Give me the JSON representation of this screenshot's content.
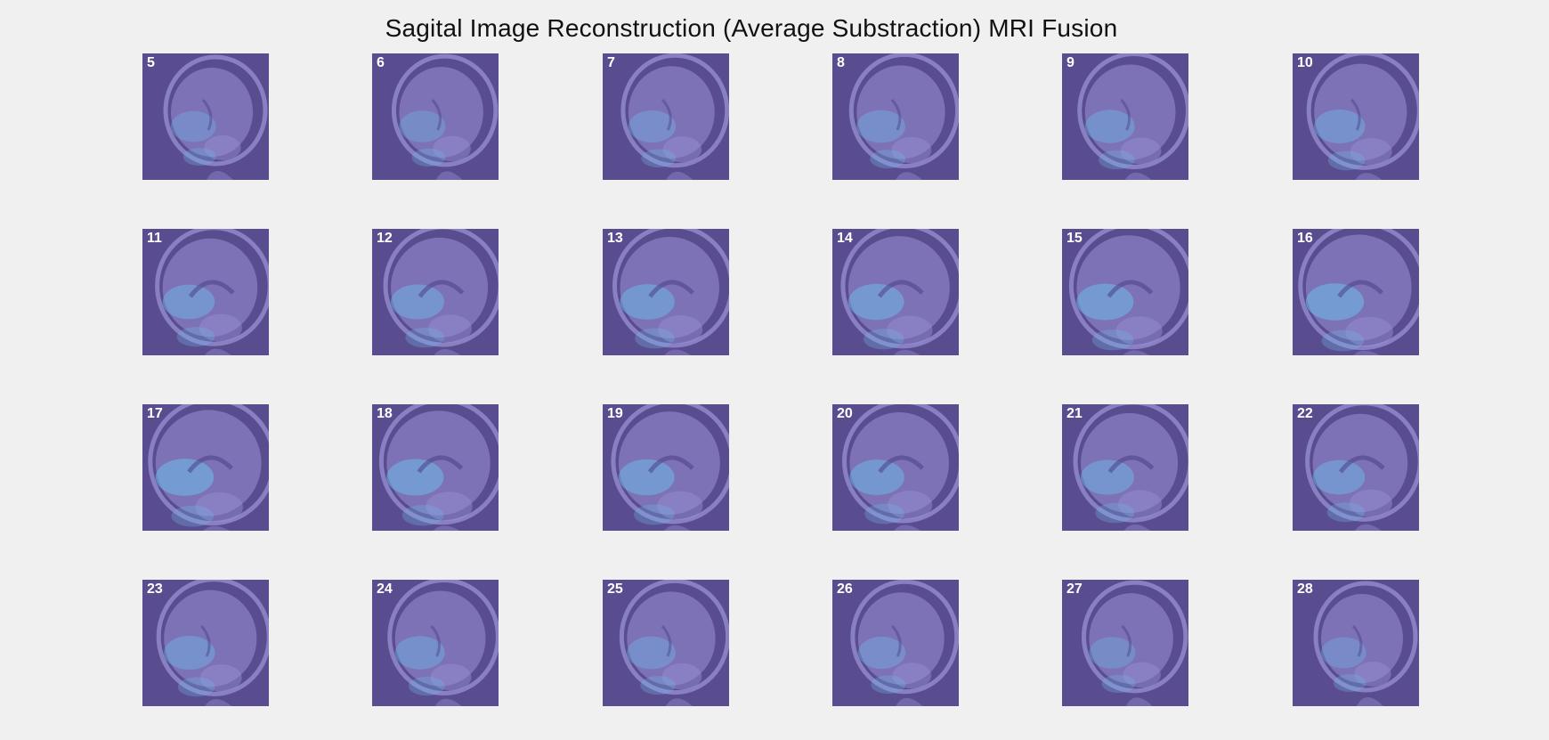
{
  "title": "Sagital Image Reconstruction (Average Substraction) MRI Fusion",
  "colors": {
    "background": "#f0f0f0",
    "tile_background": "#5a4d8f",
    "brain_tint": "#9a92d6",
    "fusion_overlay": "#6fb8e8",
    "label": "#ffffff"
  },
  "grid": {
    "rows": 4,
    "cols": 6
  },
  "slices": [
    {
      "label": "5"
    },
    {
      "label": "6"
    },
    {
      "label": "7"
    },
    {
      "label": "8"
    },
    {
      "label": "9"
    },
    {
      "label": "10"
    },
    {
      "label": "11"
    },
    {
      "label": "12"
    },
    {
      "label": "13"
    },
    {
      "label": "14"
    },
    {
      "label": "15"
    },
    {
      "label": "16"
    },
    {
      "label": "17"
    },
    {
      "label": "18"
    },
    {
      "label": "19"
    },
    {
      "label": "20"
    },
    {
      "label": "21"
    },
    {
      "label": "22"
    },
    {
      "label": "23"
    },
    {
      "label": "24"
    },
    {
      "label": "25"
    },
    {
      "label": "26"
    },
    {
      "label": "27"
    },
    {
      "label": "28"
    }
  ]
}
